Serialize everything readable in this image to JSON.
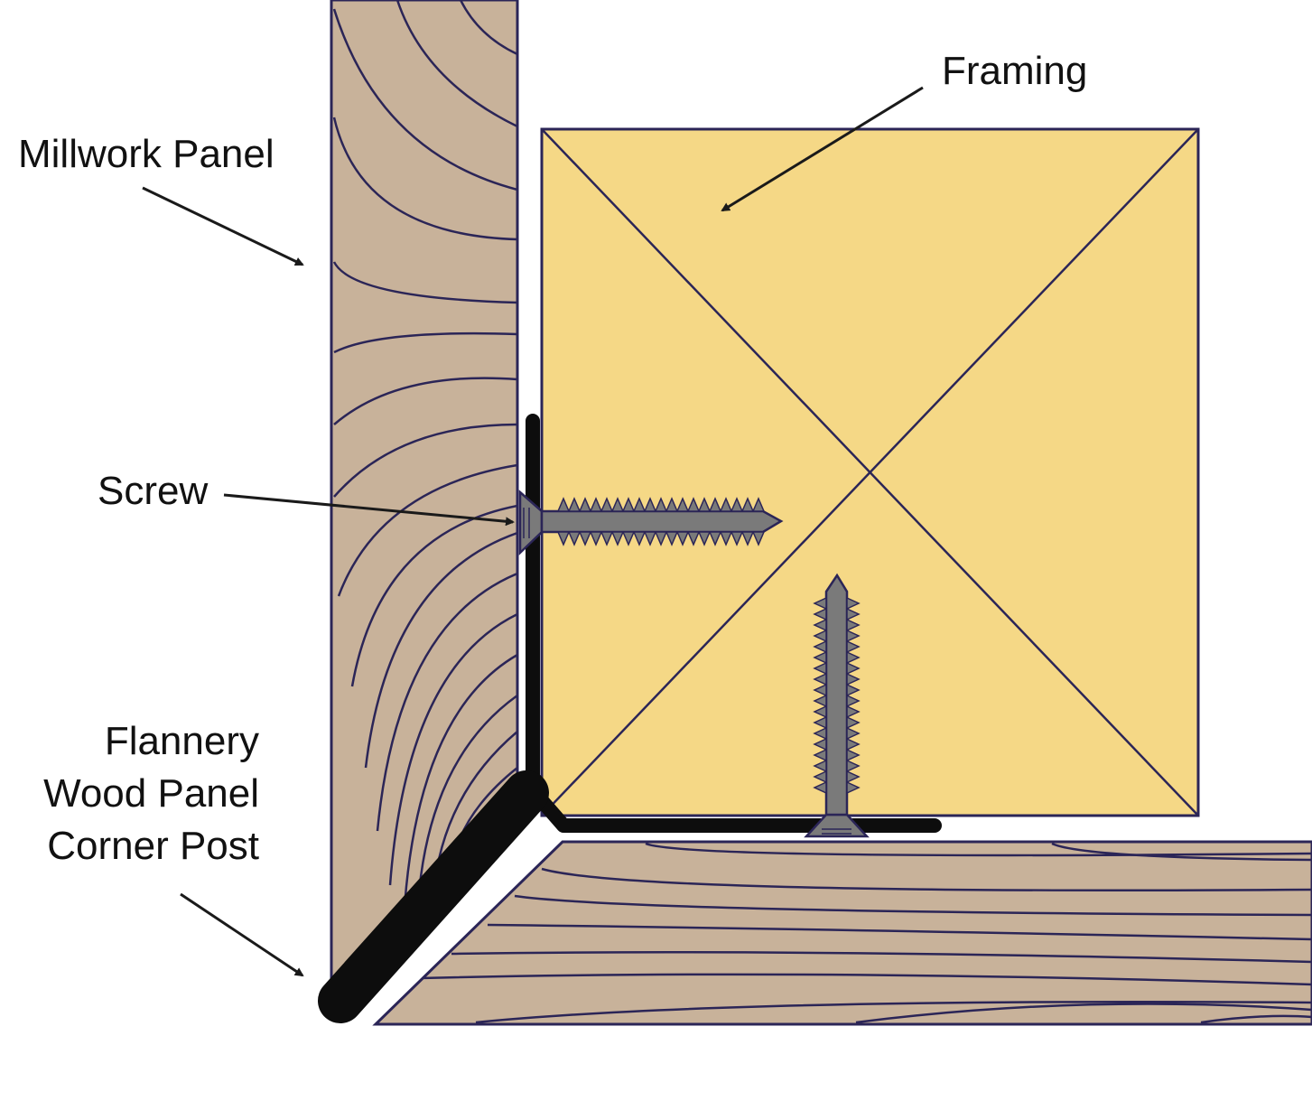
{
  "labels": {
    "framing": "Framing",
    "millwork_panel": "Millwork Panel",
    "screw": "Screw",
    "corner_post_line1": "Flannery",
    "corner_post_line2": "Wood Panel",
    "corner_post_line3": "Corner Post"
  },
  "colors": {
    "wood": "#c8b29a",
    "framing": "#f5d886",
    "outline": "#2b2557",
    "post": "#0d0d0d",
    "screw": "#7a7a7a",
    "arrow": "#1a1a1a"
  }
}
